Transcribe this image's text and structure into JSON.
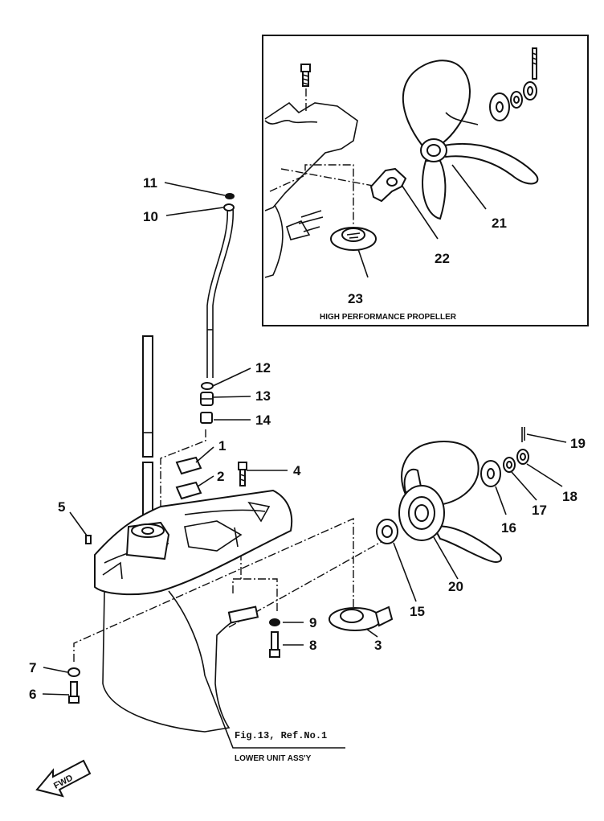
{
  "inset": {
    "caption": "HIGH PERFORMANCE PROPELLER",
    "callouts": [
      "21",
      "22",
      "23"
    ]
  },
  "callouts": [
    "1",
    "2",
    "3",
    "4",
    "5",
    "6",
    "7",
    "8",
    "9",
    "10",
    "11",
    "12",
    "13",
    "14",
    "15",
    "16",
    "17",
    "18",
    "19",
    "20"
  ],
  "reference": {
    "line1": "Fig.13, Ref.No.1",
    "line2": "LOWER UNIT ASS'Y"
  },
  "direction_label": "FWD"
}
